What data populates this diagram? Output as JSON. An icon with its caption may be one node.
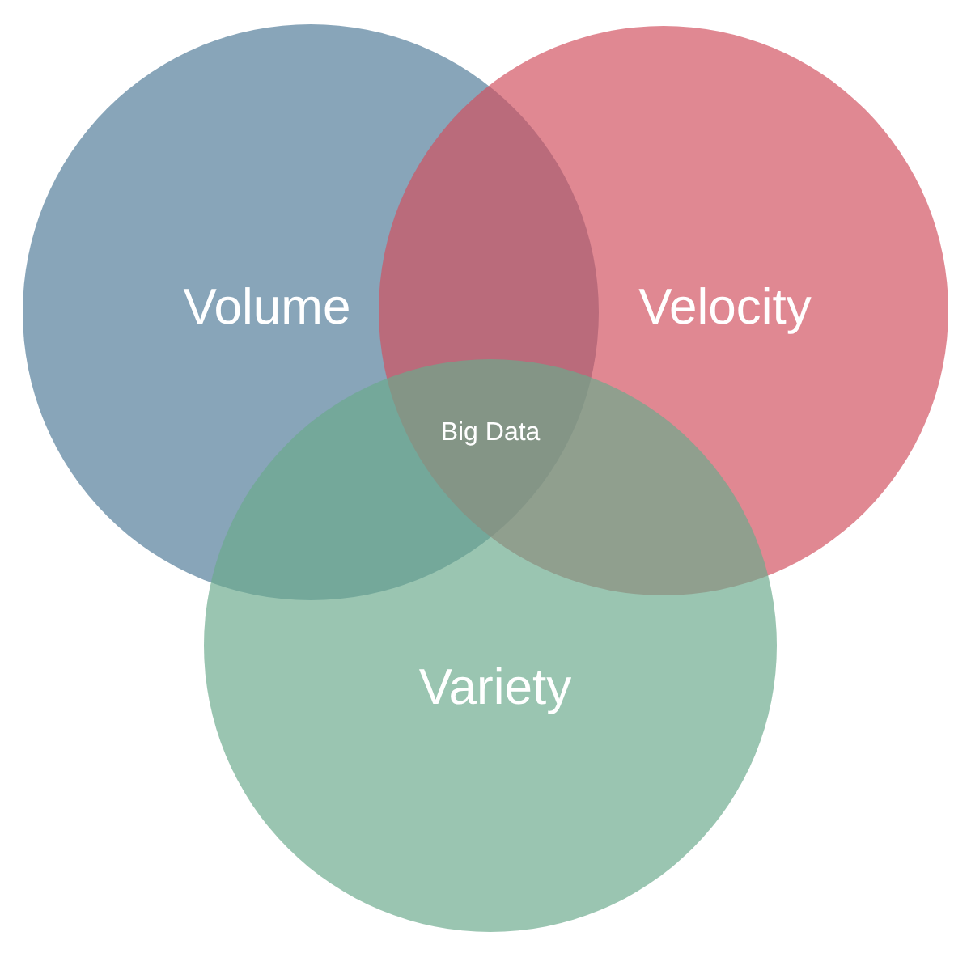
{
  "diagram": {
    "nodes": [
      {
        "text": [
          "Volume"
        ]
      },
      {
        "text": [
          "Velocity"
        ]
      },
      {
        "text": [
          "Variety"
        ]
      }
    ],
    "labels": [
      "Big Data"
    ]
  }
}
